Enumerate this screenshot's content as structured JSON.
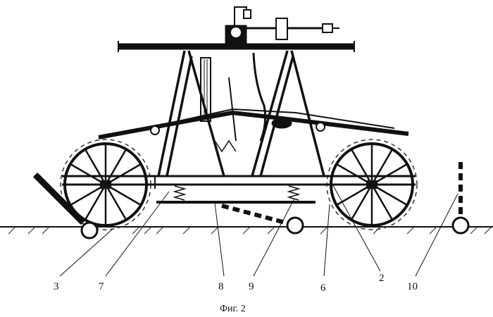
{
  "figure": {
    "caption": "Фиг. 2",
    "labels": [
      {
        "id": "ref-3",
        "text": "3"
      },
      {
        "id": "ref-7",
        "text": "7"
      },
      {
        "id": "ref-8",
        "text": "8"
      },
      {
        "id": "ref-9",
        "text": "9"
      },
      {
        "id": "ref-6",
        "text": "6"
      },
      {
        "id": "ref-2",
        "text": "2"
      },
      {
        "id": "ref-10",
        "text": "10"
      }
    ]
  }
}
